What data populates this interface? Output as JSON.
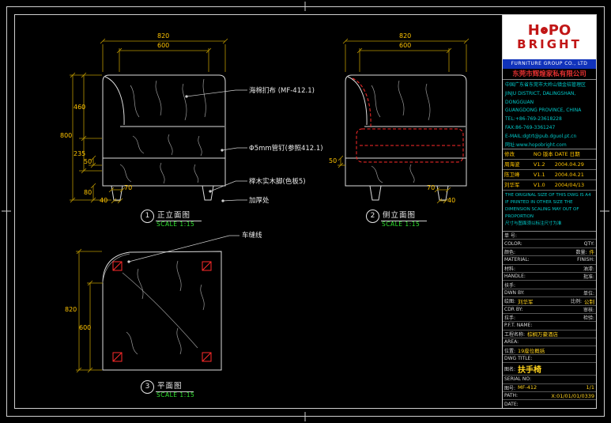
{
  "page": {
    "background": "#000000",
    "line_color": "#dcdcdc",
    "dim_color": "#ffc400",
    "hidden_line_color": "#ff2a2a",
    "scale_text_color": "#2ee02e",
    "brand_red": "#c11616",
    "brand_blue": "#1133bb",
    "cyan": "#00c8c8"
  },
  "drawing": {
    "views": [
      {
        "id": "front",
        "number": "1",
        "title": "正立面图",
        "scale": "SCALE 1:15",
        "dims": {
          "width_total": "820",
          "width_inner": "600",
          "height_total": "800",
          "height_back": "460",
          "height_mid": "235",
          "height_seat": "50",
          "height_leg": "80",
          "leg_top": "70",
          "leg_bottom": "40"
        },
        "callouts": [
          "海棉扪布 (MF-412.1)",
          "Φ5mm管钉(参照412.1)",
          "榉木实木脚(色板5)",
          "加厚处"
        ]
      },
      {
        "id": "side",
        "number": "2",
        "title": "侧立面图",
        "scale": "SCALE 1:15",
        "dims": {
          "width_total": "820",
          "width_inner": "600",
          "height_seat": "50",
          "leg_top": "70",
          "leg_bottom": "40"
        }
      },
      {
        "id": "plan",
        "number": "3",
        "title": "平面图",
        "scale": "SCALE 1:15",
        "dims": {
          "depth_total": "820",
          "depth_inner": "600"
        },
        "callouts": [
          "车缝线"
        ]
      }
    ]
  },
  "titleblock": {
    "logo": {
      "part1": "H",
      "part2": "PO",
      "line2": "BRIGHT"
    },
    "company_en": "FURNITURE GROUP CO., LTD",
    "company_cn": "东莞市辉煌家私有限公司",
    "contact": [
      "中国广东省东莞市大岭山镇金桔管理区",
      "JINJU DISTRICT, DALINGSHAN, DONGGUAN",
      "GUANGDONG PROVINCE, CHINA",
      "TEL:+86-769-23618228",
      "FAX:86-769-3361247",
      "E-MAIL:dgtrt@pub.dguol.pt.cn",
      "网址:www.hopobright.com"
    ],
    "revision_header": {
      "c1": "修改",
      "c2": "NO 版本",
      "c3": "DATE 日期"
    },
    "revisions": [
      {
        "name": "周海波",
        "ver": "V1.2",
        "date": "2004.04.29"
      },
      {
        "name": "陈卫峰",
        "ver": "V1.1",
        "date": "2004.04.21"
      },
      {
        "name": "刘华军",
        "ver": "V1.0",
        "date": "2004/04/13"
      }
    ],
    "notice": [
      "THE ORIGINAL SIZE OF THIS DWG IS A4",
      "IF PRINTED IN OTHER SIZE THE",
      "DIMENSION SCALING MAY OUT OF",
      "PROPORTION",
      "尺寸与图面须以标注尺寸为准"
    ],
    "fields": [
      {
        "ll": "单 号:"
      },
      {
        "ll": "COLOR:",
        "rl": "QTY:"
      },
      {
        "ll": "颜色:",
        "rl": "数量:",
        "rv": "件"
      },
      {
        "ll": "MATERIAL:",
        "rl": "FINISH:"
      },
      {
        "ll": "材料:",
        "rl": "油漆:"
      },
      {
        "ll": "HANDLE:",
        "rl": "批准:"
      },
      {
        "ll": "扶手:"
      },
      {
        "ll": "DWN BY:",
        "rl": "单位:"
      },
      {
        "ll": "绘图:",
        "lv": "刘华军",
        "rl": "比例:",
        "rv": "公制"
      },
      {
        "ll": "CDR BY:",
        "rl": "审核:"
      },
      {
        "ll": "拉手:",
        "rl": "检验:"
      },
      {
        "ll": "P.F.T. NAME:"
      },
      {
        "ll": "工程名称:",
        "lv": "棕榈万豪酒店"
      },
      {
        "ll": "AREA:"
      },
      {
        "ll": "位置:",
        "lv": "19座位概括"
      },
      {
        "ll": "DWG TITLE:"
      },
      {
        "ll": "图名:",
        "lv": "扶手椅",
        "tall": true,
        "big": true
      },
      {
        "ll": "SERIAL NO:"
      },
      {
        "ll": "图号:",
        "lv": "MF-412",
        "rv": "1/1"
      },
      {
        "ll": "PATH:",
        "rv": "X:01/01/01/0339"
      },
      {
        "ll": "DATE:"
      }
    ]
  }
}
